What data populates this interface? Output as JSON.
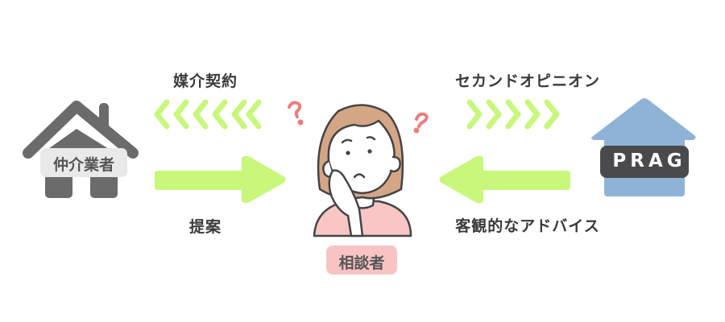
{
  "labels": {
    "mediation_contract": "媒介契約",
    "proposal": "提案",
    "second_opinion": "セカンドオピニオン",
    "objective_advice": "客観的なアドバイス"
  },
  "actors": {
    "broker": "仲介業者",
    "consultant": "相談者",
    "prag_logo": "PRAG"
  },
  "colors": {
    "arrow_green": "#c8f77c",
    "broker_house": "#6b6b6b",
    "prag_house": "#8fb3d6",
    "prag_badge": "#4a4a4c",
    "consultant_tag": "#f7c3c3",
    "question_mark": "#ec7e7e"
  }
}
